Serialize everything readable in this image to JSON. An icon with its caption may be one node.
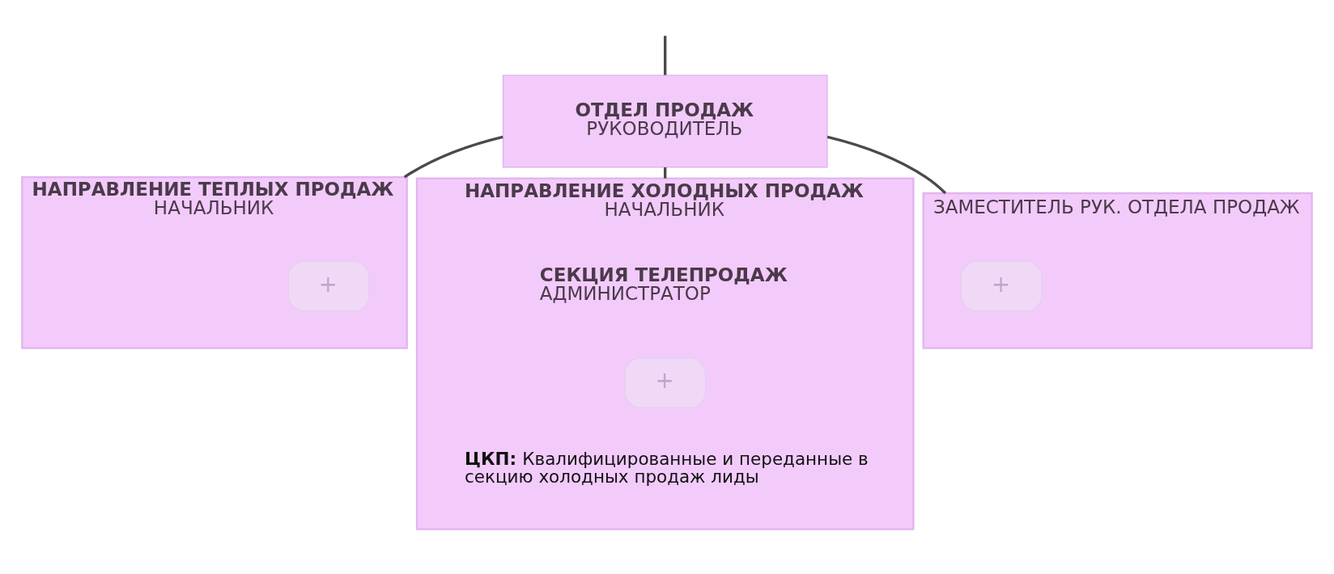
{
  "diagram": {
    "nodes": [
      {
        "text": [
          "ОТДЕЛ ПРОДАЖ",
          "РУКОВОДИТЕЛЬ"
        ]
      },
      {
        "text": [
          "НАПРАВЛЕНИЕ ТЕПЛЫХ ПРОДАЖ",
          "НАЧАЛЬНИК"
        ]
      },
      {
        "text": [
          "+"
        ],
        "in": 1
      },
      {
        "text": [
          "НАПРАВЛЕНИЕ ХОЛОДНЫХ ПРОДАЖ",
          "НАЧАЛЬНИК"
        ]
      },
      {
        "text": [
          "СЕКЦИЯ ТЕЛЕПРОДАЖ",
          "АДМИНИСТРАТОР"
        ],
        "in": 3
      },
      {
        "text": [
          "+"
        ],
        "in": 3
      },
      {
        "text": [
          "ЗАМЕСТИТЕЛЬ РУК. ОТДЕЛА ПРОДАЖ"
        ]
      },
      {
        "text": [
          "+"
        ],
        "in": 6
      }
    ],
    "edges": [
      {
        "from": null,
        "to": 0,
        "arrow": "none"
      },
      {
        "from": 0,
        "to": 1,
        "arrow": "none"
      },
      {
        "from": 0,
        "to": 3,
        "arrow": "none"
      },
      {
        "from": 0,
        "to": 6,
        "arrow": "none"
      }
    ],
    "labels": [
      "**ЦКП:** Квалифицированные и переданные в секцию холодных продаж лиды"
    ]
  }
}
